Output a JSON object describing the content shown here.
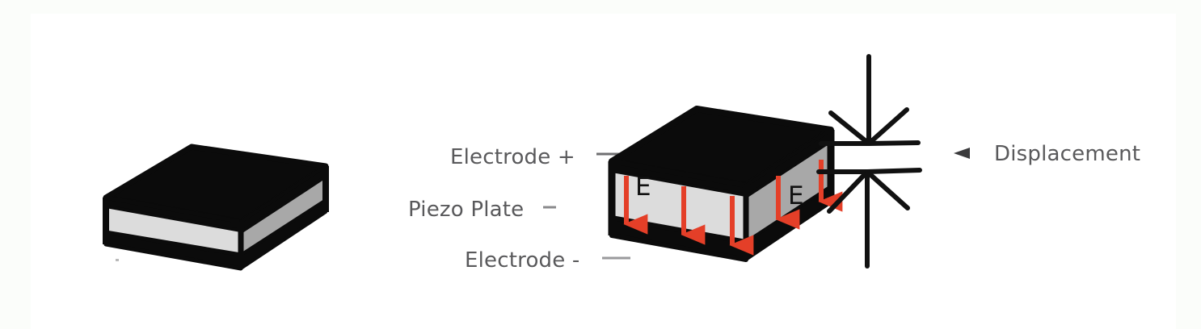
{
  "figure": {
    "title": "Piezoelectric plate with applied electric field and resulting displacement",
    "background_color": "#ffffff",
    "edge_band_color": "#fbfdfa"
  },
  "labels": {
    "electrode_plus": "Electrode +",
    "piezo_plate": "Piezo Plate",
    "electrode_minus": "Electrode -",
    "displacement": "Displacement",
    "field_front": "E",
    "field_side": "E",
    "label_color": "#59595b",
    "field_label_color": "#111111"
  },
  "plates": [
    {
      "id": "plate-unlabeled",
      "name": "piezo-plate-plain",
      "top_face_color": "#0b0b0b",
      "front_face_color": "#dcdcdc",
      "side_face_color": "#a8a8a8",
      "electrode_color": "#0b0b0b",
      "outline_color": "#0b0b0b"
    },
    {
      "id": "plate-annotated",
      "name": "piezo-plate-annotated",
      "top_face_color": "#0b0b0b",
      "front_face_color": "#dcdcdc",
      "side_face_color": "#a8a8a8",
      "electrode_color": "#0b0b0b",
      "outline_color": "#0b0b0b"
    }
  ],
  "field_arrows": {
    "color": "#e43f28",
    "direction": "downward",
    "count_front_face": 3,
    "count_side_face": 2,
    "meaning": "applied electric field E through thickness"
  },
  "displacement_markers": {
    "color": "#111111",
    "count": 2,
    "description": "converging-and-diverging ray markers indicating thickness-direction displacement",
    "pointer_arrow": "left-pointing-triangle"
  }
}
